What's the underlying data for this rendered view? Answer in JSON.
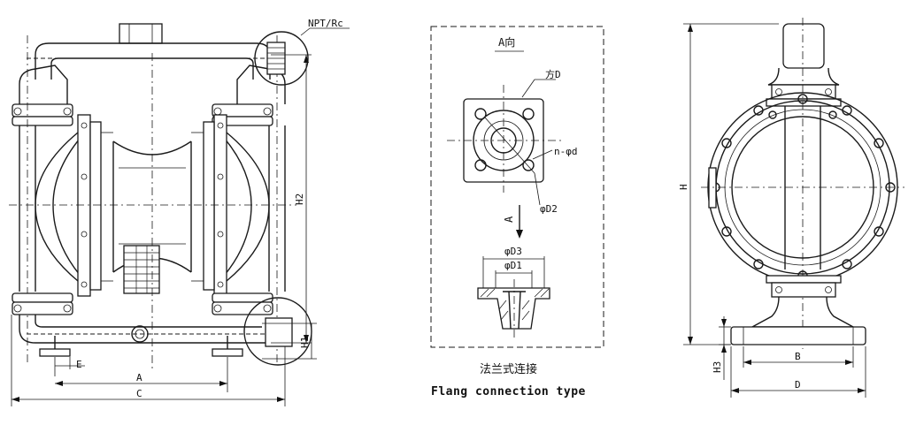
{
  "front_view": {
    "labels": {
      "npt": "NPT/Rc",
      "h2": "H2",
      "h1": "H1",
      "e": "E",
      "a": "A",
      "c": "C"
    }
  },
  "flange_detail": {
    "view_title": "A向",
    "labels": {
      "square_d": "方D",
      "n_d": "n-φd",
      "d2": "φD2",
      "arrow_a": "A",
      "d3": "φD3",
      "d1": "φD1"
    },
    "caption_cn": "法兰式连接",
    "caption_en": "Flang connection type"
  },
  "side_view": {
    "labels": {
      "h": "H",
      "h3": "H3",
      "b": "B",
      "d": "D"
    }
  }
}
